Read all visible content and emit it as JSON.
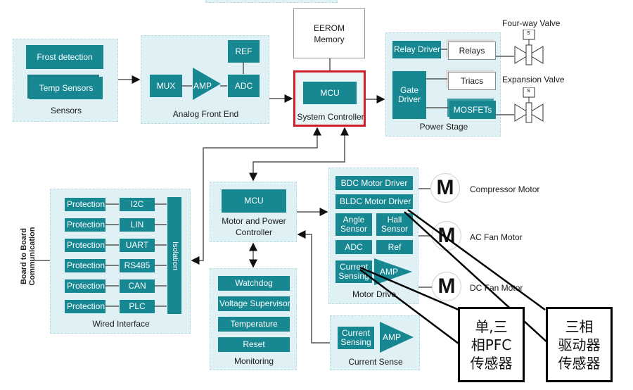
{
  "colors": {
    "block": "#178792",
    "panel": "#dff1f4",
    "highlight": "#d01f26"
  },
  "sensors": {
    "caption": "Sensors",
    "items": [
      "Frost detection",
      "Temp Sensors"
    ]
  },
  "afe": {
    "caption": "Analog Front End",
    "mux": "MUX",
    "amp": "AMP",
    "adc": "ADC",
    "ref": "REF"
  },
  "eeprom": {
    "line1": "EEROM",
    "line2": "Memory"
  },
  "system_controller": {
    "mcu": "MCU",
    "caption": "System Controller"
  },
  "power_stage": {
    "caption": "Power Stage",
    "relay_driver": "Relay Driver",
    "relays": "Relays",
    "gate_driver_1": "Gate",
    "gate_driver_2": "Driver",
    "triacs": "Triacs",
    "mosfets": "MOSFETs"
  },
  "valves": {
    "four_way": "Four-way Valve",
    "expansion": "Expansion Valve",
    "solenoid_label": "S"
  },
  "wired_interface": {
    "caption": "Wired Interface",
    "protection": "Protection",
    "isolation": "Isolation",
    "buses": [
      "I2C",
      "LIN",
      "UART",
      "RS485",
      "CAN",
      "PLC"
    ]
  },
  "board_comm": {
    "line1": "Board to Board",
    "line2": "Communication"
  },
  "motor_power_controller": {
    "mcu": "MCU",
    "caption1": "Motor and Power",
    "caption2": "Controller"
  },
  "monitoring": {
    "caption": "Monitoring",
    "items": [
      "Watchdog",
      "Voltage Supervisor",
      "Temperature",
      "Reset"
    ]
  },
  "motor_drive": {
    "caption": "Motor Drive",
    "bdc": "BDC Motor Driver",
    "bldc": "BLDC Motor Driver",
    "angle1": "Angle",
    "angle2": "Sensor",
    "hall1": "Hall",
    "hall2": "Sensor",
    "adc": "ADC",
    "ref": "Ref",
    "cs1": "Current",
    "cs2": "Sensing",
    "amp": "AMP"
  },
  "current_sense": {
    "caption": "Current Sense",
    "cs1": "Current",
    "cs2": "Sensing",
    "amp": "AMP"
  },
  "motors": {
    "symbol": "M",
    "labels": [
      "Compressor Motor",
      "AC Fan Motor",
      "DC Fan Motor"
    ]
  },
  "annotations": [
    {
      "lines": [
        "单,三",
        "相PFC",
        "传感器"
      ]
    },
    {
      "lines": [
        "三相",
        "驱动器",
        "传感器"
      ]
    }
  ]
}
